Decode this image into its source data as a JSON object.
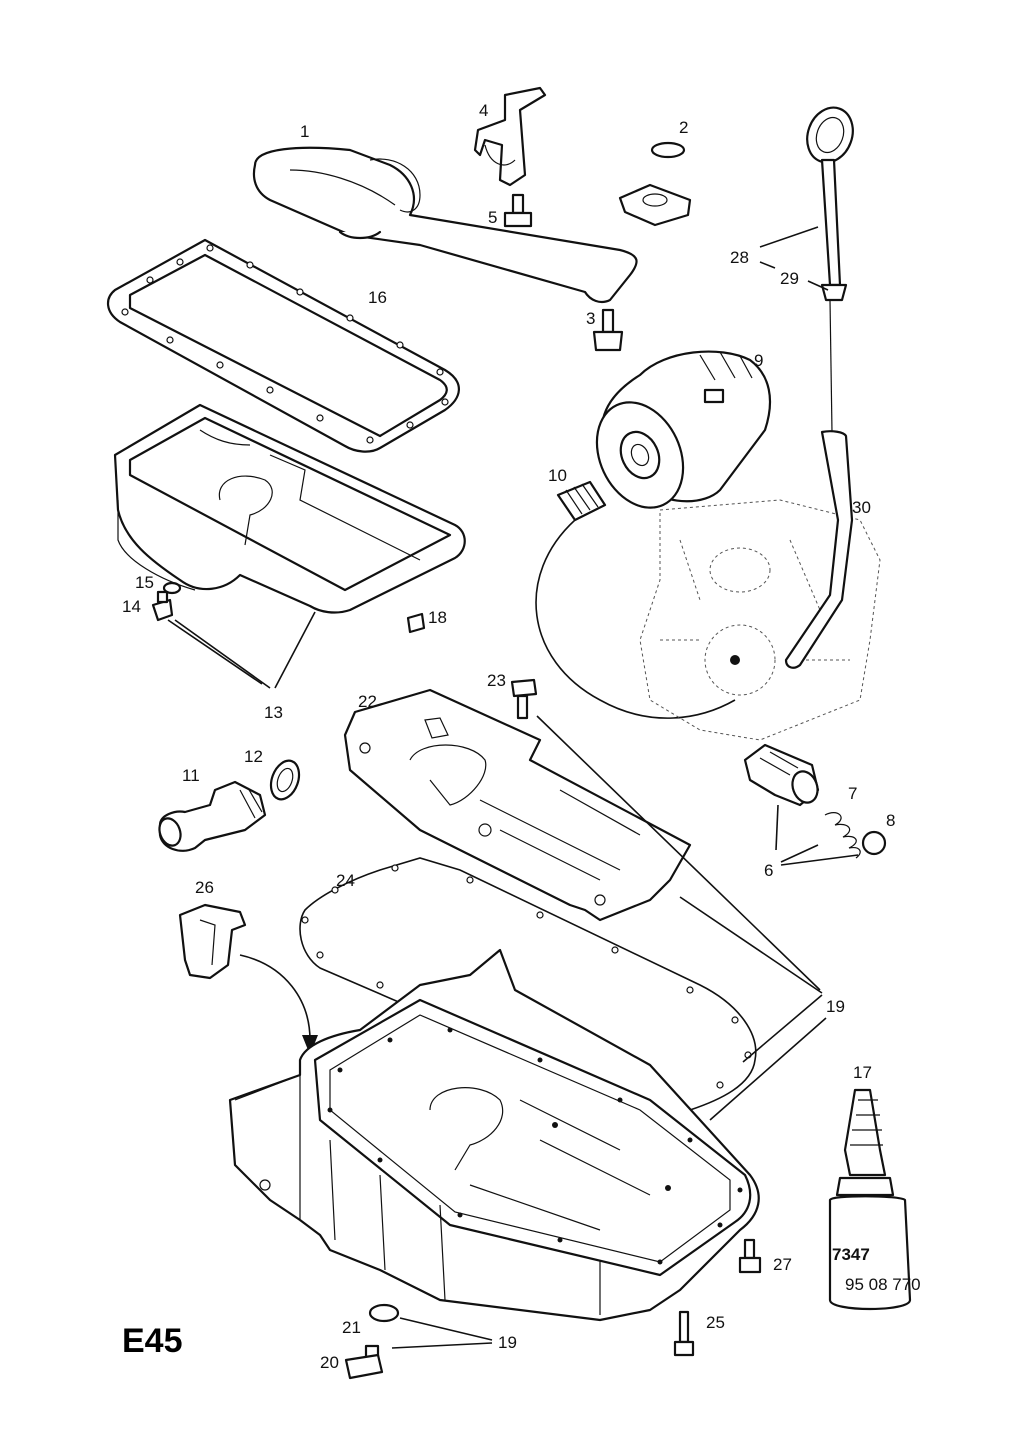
{
  "page_code": "E45",
  "callouts": {
    "c1": "1",
    "c2": "2",
    "c3": "3",
    "c4": "4",
    "c5": "5",
    "c6": "6",
    "c7": "7",
    "c8": "8",
    "c9": "9",
    "c10": "10",
    "c11": "11",
    "c12": "12",
    "c13": "13",
    "c14": "14",
    "c15": "15",
    "c16": "16",
    "c17": "17",
    "c18": "18",
    "c19a": "19",
    "c19b": "19",
    "c19c": "19",
    "c20": "20",
    "c21": "21",
    "c22": "22",
    "c23": "23",
    "c24": "24",
    "c25": "25",
    "c26": "26",
    "c27": "27",
    "c28": "28",
    "c29": "29",
    "c30": "30"
  },
  "bottle_label": {
    "line1": "7347",
    "line2": "95 08 770"
  }
}
